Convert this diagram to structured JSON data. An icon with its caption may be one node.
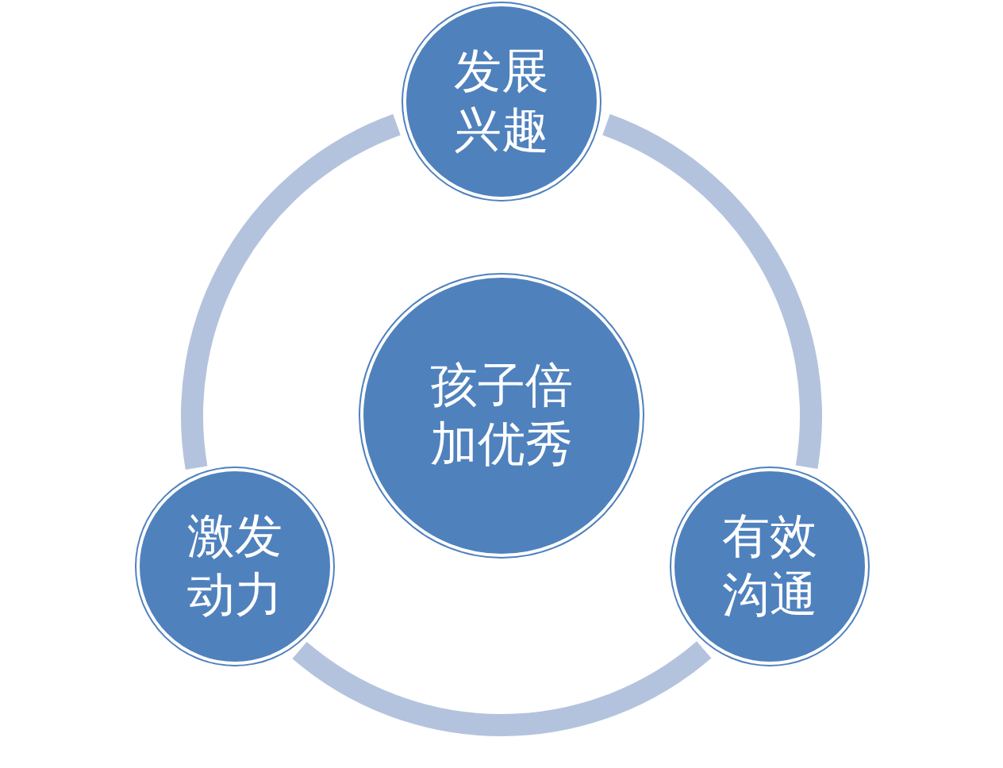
{
  "diagram": {
    "nodes": [
      {
        "text": [
          "发展兴趣"
        ]
      },
      {
        "text": [
          "孩子倍加优秀"
        ]
      },
      {
        "text": [
          "激发动力"
        ]
      },
      {
        "text": [
          "有效沟通"
        ]
      }
    ],
    "edges": [
      {
        "from": 0,
        "to": 3,
        "arrow": "none"
      },
      {
        "from": 3,
        "to": 2,
        "arrow": "none"
      },
      {
        "from": 2,
        "to": 0,
        "arrow": "none"
      }
    ]
  }
}
